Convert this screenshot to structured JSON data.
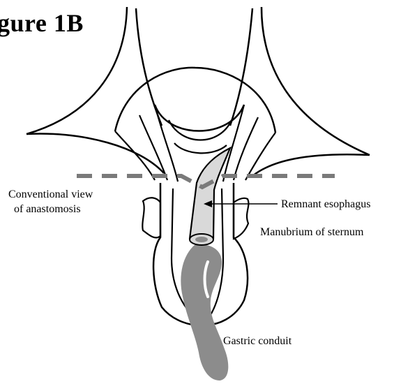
{
  "figure": {
    "title": "gure 1B",
    "labels": {
      "conventional_view_line1": "Conventional  view",
      "conventional_view_line2": "of anastomosis",
      "remnant_esophagus": "Remnant esophagus",
      "manubrium": "Manubrium of sternum",
      "gastric_conduit": "Gastric conduit"
    }
  },
  "colors": {
    "line": "#000000",
    "dashed_view_line": "#7a7a7a",
    "conduit_fill": "#8c8c8c",
    "esophagus_fill": "#d9d9d9"
  }
}
